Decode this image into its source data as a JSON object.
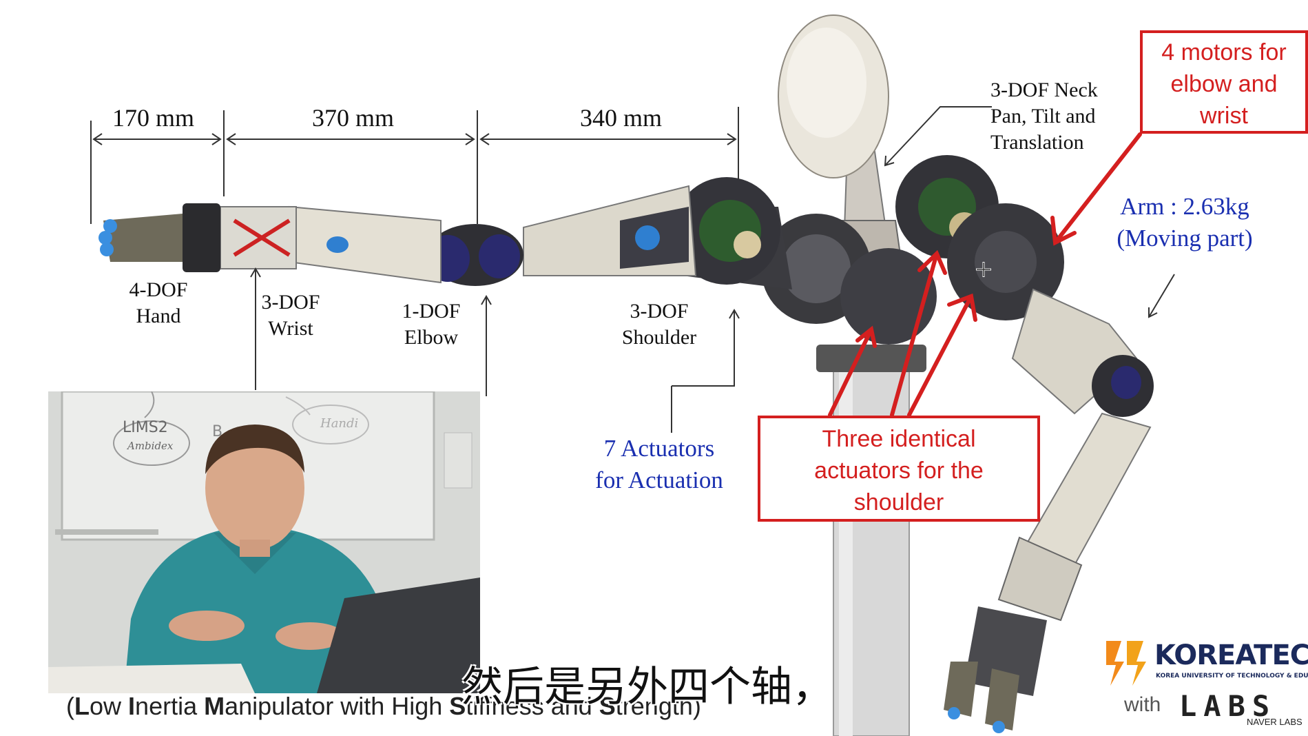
{
  "slide": {
    "dimensions": [
      "170 mm",
      "370 mm",
      "340 mm"
    ],
    "parts": {
      "hand": "4-DOF\nHand",
      "wrist": "3-DOF\nWrist",
      "elbow": "1-DOF\nElbow",
      "shoulder": "3-DOF\nShoulder",
      "neck": "3-DOF Neck\nPan, Tilt and\nTranslation"
    },
    "actuators_label": [
      "7 Actuators",
      "for Actuation"
    ],
    "arm_weight": [
      "Arm : 2.63kg",
      "(Moving part)"
    ],
    "motors_box": [
      "4 motors for",
      "elbow and",
      "wrist"
    ],
    "shoulder_box": [
      "Three identical",
      "actuators for the",
      "shoulder"
    ],
    "caption_parts": [
      "(",
      "L",
      "ow ",
      "I",
      "nertia ",
      "M",
      "anipulator with High ",
      "S",
      "tiffness and ",
      "S",
      "trength)"
    ]
  },
  "logo": {
    "brand": "KOREATECH",
    "subtitle": "KOREA UNIVERSITY OF TECHNOLOGY & EDUCATION",
    "with": "with",
    "partner": "LABS",
    "partner_sub": "NAVER LABS"
  },
  "subtitle_cn": "然后是另外四个轴，",
  "webcam": {
    "whiteboard_text": [
      "LIMS2",
      "Ambidex",
      "B",
      "Handi"
    ]
  },
  "colors": {
    "accent_red": "#d41f1f",
    "label_blue": "#1a2fb0",
    "logo_orange": "#f28a1a",
    "logo_navy": "#1b2a5c"
  }
}
